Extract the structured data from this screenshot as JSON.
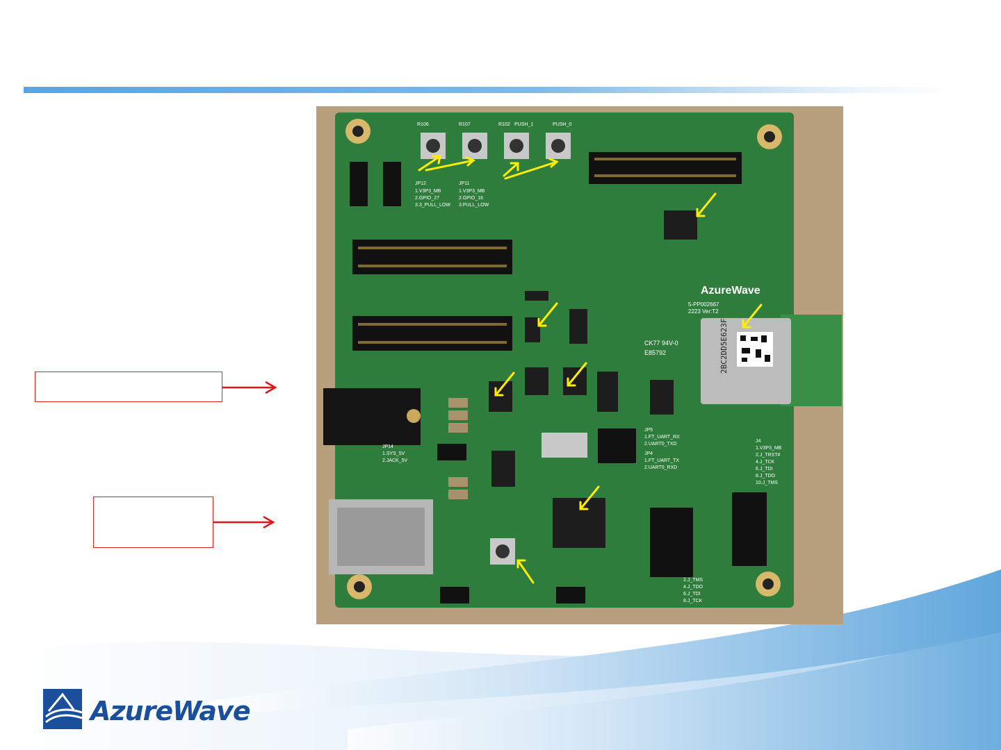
{
  "labels": {
    "power_box": "",
    "usb_box": ""
  },
  "logo": {
    "text": "AzureWave"
  },
  "board": {
    "brand": "AzureWave",
    "part_no": "5-PP002667",
    "version": "2223 Ver:T2",
    "module_code": "2BC2DD5E623F",
    "ul_code": "CK77 94V-0",
    "ul_code2": "E85792",
    "jp12": [
      "JP12",
      "1.V3P3_MB",
      "2.GPIO_27",
      "3.3_PULL_LOW"
    ],
    "jp11": [
      "JP11",
      "1.V3P3_MB",
      "2.GPIO_16",
      "3.PULL_LOW"
    ],
    "jp14": [
      "JP14",
      "1.SYS_5V",
      "2.JACK_5V"
    ],
    "jp5": [
      "JP5",
      "1.FT_UART_RX",
      "2.UART0_TXD"
    ],
    "jp4": [
      "JP4",
      "1.FT_UART_TX",
      "2.UART0_RXD"
    ],
    "j4": [
      "J4",
      "1.V3P3_MB",
      "2.J_TRST#",
      "4.J_TCK",
      "6.J_TDI",
      "8.J_TDO",
      "10.J_TMS"
    ],
    "j1": [
      "2.J_TMS",
      "4.J_TDO",
      "6.J_TDI",
      "8.J_TCK"
    ],
    "buttons": [
      "R106",
      "R107",
      "R102",
      "PUSH_1",
      "PUSH_0"
    ],
    "colors": {
      "pcb": "#2f7d3c",
      "pcb_dark": "#256a31",
      "arrow_yellow": "#ffee00",
      "arrow_red": "#e01515",
      "accent": "#1b4f9c"
    }
  }
}
